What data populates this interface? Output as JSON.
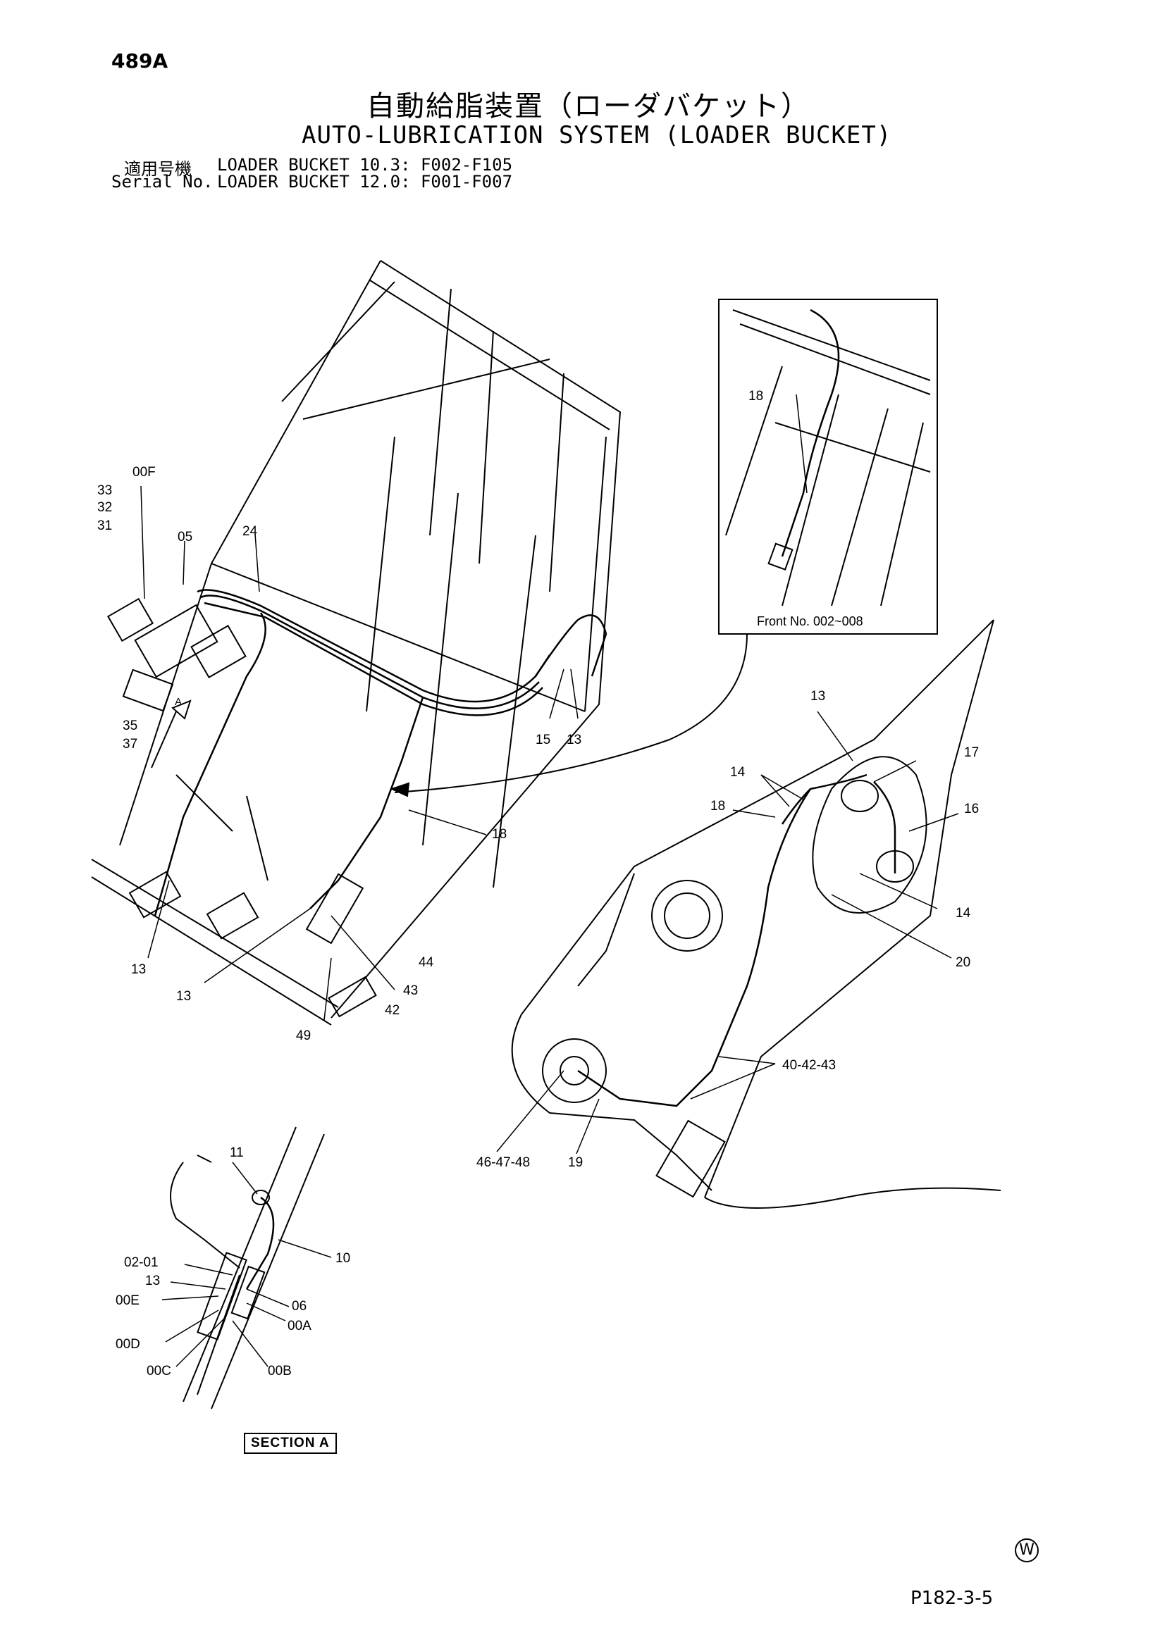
{
  "header": {
    "page_number": "489A",
    "title_jp": "自動給脂装置（ローダバケット）",
    "title_en": "AUTO-LUBRICATION SYSTEM (LOADER BUCKET)",
    "serial_label_jp": "適用号機",
    "serial_label_en": "Serial No.",
    "serial_line1": "LOADER BUCKET 10.3: F002-F105",
    "serial_line2": "LOADER BUCKET 12.0: F001-F007"
  },
  "inset": {
    "front_no": "Front No.  002~008"
  },
  "section": {
    "label": "SECTION A"
  },
  "footer": {
    "drawing_no": "P182-3-5",
    "mark": "W"
  },
  "callouts": {
    "c00F": "00F",
    "c33": "33",
    "c32": "32",
    "c31": "31",
    "c05": "05",
    "c24": "24",
    "c35": "35",
    "c37": "37",
    "cA": "A",
    "c15": "15",
    "c13a": "13",
    "c18main": "18",
    "c13b": "13",
    "c13c": "13",
    "c44": "44",
    "c43": "43",
    "c42": "42",
    "c49": "49",
    "c18inset": "18",
    "c13r": "13",
    "c17": "17",
    "c14a": "14",
    "c18r": "18",
    "c16": "16",
    "c14b": "14",
    "c20": "20",
    "c404243": "40-42-43",
    "c464748": "46-47-48",
    "c19": "19",
    "c11": "11",
    "c10": "10",
    "c0201": "02-01",
    "c13s": "13",
    "c00E": "00E",
    "c06": "06",
    "c00A": "00A",
    "c00D": "00D",
    "c00C": "00C",
    "c00B": "00B"
  }
}
